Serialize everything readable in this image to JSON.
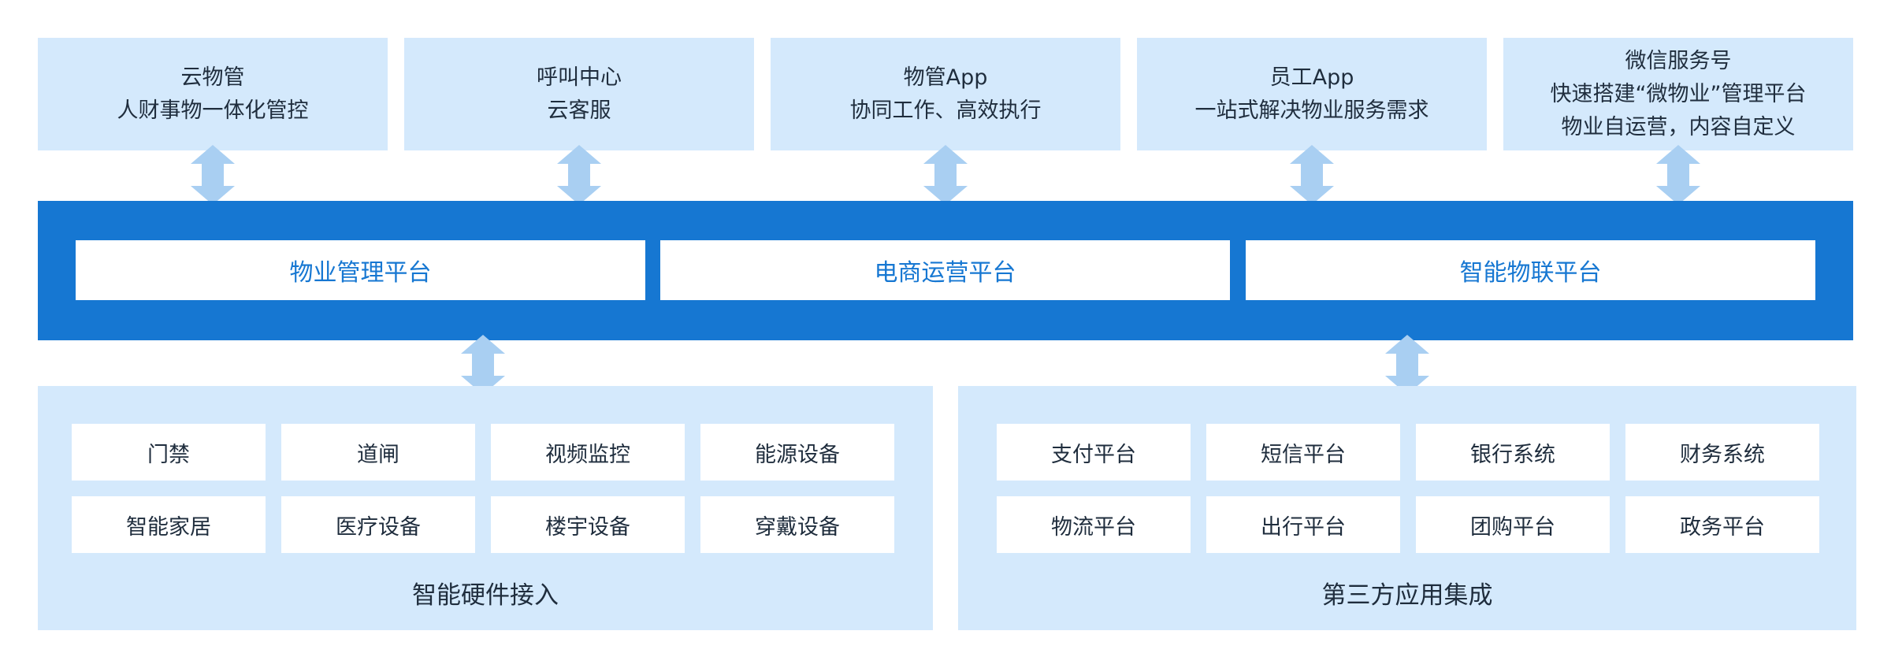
{
  "colors": {
    "light_panel": "#d4e9fc",
    "platform_blue": "#1677d2",
    "arrow": "#a9cff2"
  },
  "top_cards": [
    {
      "lines": [
        "云物管",
        "人财事物一体化管控"
      ]
    },
    {
      "lines": [
        "呼叫中心",
        "云客服"
      ]
    },
    {
      "lines": [
        "物管App",
        "协同工作、高效执行"
      ]
    },
    {
      "lines": [
        "员工App",
        "一站式解决物业服务需求"
      ]
    },
    {
      "lines": [
        "微信服务号",
        "快速搭建“微物业”管理平台",
        "物业自运营，内容自定义"
      ]
    }
  ],
  "platforms": [
    "物业管理平台",
    "电商运营平台",
    "智能物联平台"
  ],
  "hardware": {
    "title": "智能硬件接入",
    "items": [
      "门禁",
      "道闸",
      "视频监控",
      "能源设备",
      "智能家居",
      "医疗设备",
      "楼宇设备",
      "穿戴设备"
    ]
  },
  "thirdparty": {
    "title": "第三方应用集成",
    "items": [
      "支付平台",
      "短信平台",
      "银行系统",
      "财务系统",
      "物流平台",
      "出行平台",
      "团购平台",
      "政务平台"
    ]
  }
}
